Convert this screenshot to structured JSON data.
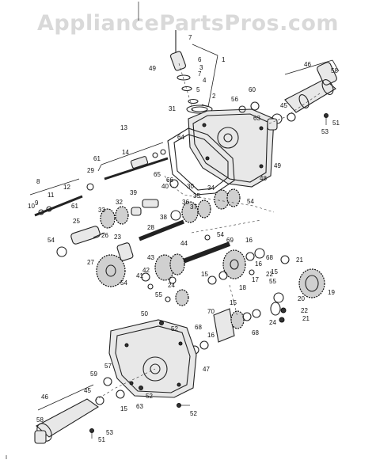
{
  "watermark": "AppliancePartsPros.com",
  "callouts": [
    "1",
    "2",
    "3",
    "4",
    "5",
    "6",
    "7",
    "8",
    "9",
    "10",
    "11",
    "12",
    "13",
    "14",
    "15",
    "16",
    "17",
    "18",
    "19",
    "20",
    "21",
    "22",
    "23",
    "24",
    "25",
    "26",
    "27",
    "28",
    "29",
    "30",
    "31",
    "32",
    "33",
    "34",
    "35",
    "36",
    "37",
    "38",
    "39",
    "40",
    "41",
    "42",
    "43",
    "44",
    "45",
    "46",
    "47",
    "48",
    "49",
    "50",
    "51",
    "52",
    "53",
    "54",
    "55",
    "56",
    "57",
    "58",
    "59",
    "60",
    "61",
    "63",
    "64",
    "65",
    "66",
    "68",
    "69",
    "70"
  ]
}
